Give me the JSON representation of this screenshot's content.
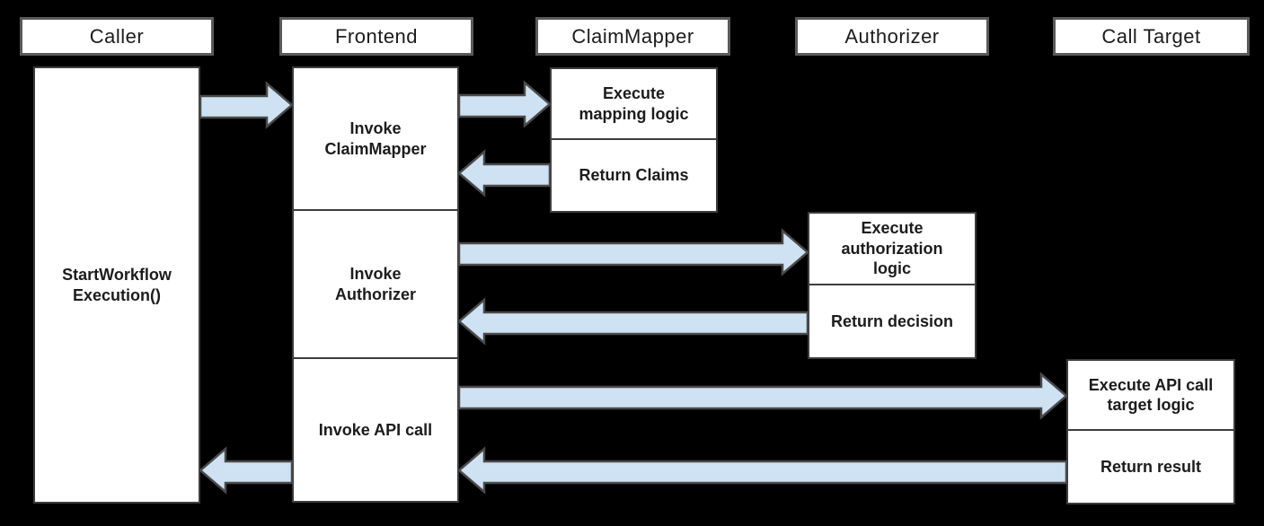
{
  "colors": {
    "background": "#000000",
    "box_fill": "#ffffff",
    "box_border": "#3d3d3d",
    "header_border": "#5a5a5a",
    "arrow_fill": "#cfe2f3",
    "arrow_border": "#4a4a4a",
    "text": "#1c1c1c"
  },
  "diagram_type": "sequence-diagram",
  "lifelines": [
    {
      "label": "Caller",
      "boxes": [
        {
          "label": "StartWorkflow\nExecution()"
        }
      ]
    },
    {
      "label": "Frontend",
      "boxes": [
        {
          "label": "Invoke\nClaimMapper"
        },
        {
          "label": "Invoke\nAuthorizer"
        },
        {
          "label": "Invoke API call"
        }
      ]
    },
    {
      "label": "ClaimMapper",
      "boxes": [
        {
          "label": "Execute\nmapping logic"
        },
        {
          "label": "Return Claims"
        }
      ]
    },
    {
      "label": "Authorizer",
      "boxes": [
        {
          "label": "Execute\nauthorization\nlogic"
        },
        {
          "label": "Return decision"
        }
      ]
    },
    {
      "label": "Call Target",
      "boxes": [
        {
          "label": "Execute API call\ntarget logic"
        },
        {
          "label": "Return result"
        }
      ]
    }
  ],
  "arrows": [
    {
      "name": "caller-to-frontend",
      "from": "Caller",
      "to": "Frontend",
      "direction": "right"
    },
    {
      "name": "frontend-to-claimmapper",
      "from": "Frontend",
      "to": "ClaimMapper",
      "direction": "right"
    },
    {
      "name": "claimmapper-to-frontend",
      "from": "ClaimMapper",
      "to": "Frontend",
      "direction": "left"
    },
    {
      "name": "frontend-to-authorizer",
      "from": "Frontend",
      "to": "Authorizer",
      "direction": "right"
    },
    {
      "name": "authorizer-to-frontend",
      "from": "Authorizer",
      "to": "Frontend",
      "direction": "left"
    },
    {
      "name": "frontend-to-calltarget",
      "from": "Frontend",
      "to": "Call Target",
      "direction": "right"
    },
    {
      "name": "calltarget-to-frontend",
      "from": "Call Target",
      "to": "Frontend",
      "direction": "left"
    },
    {
      "name": "frontend-to-caller",
      "from": "Frontend",
      "to": "Caller",
      "direction": "left"
    }
  ]
}
